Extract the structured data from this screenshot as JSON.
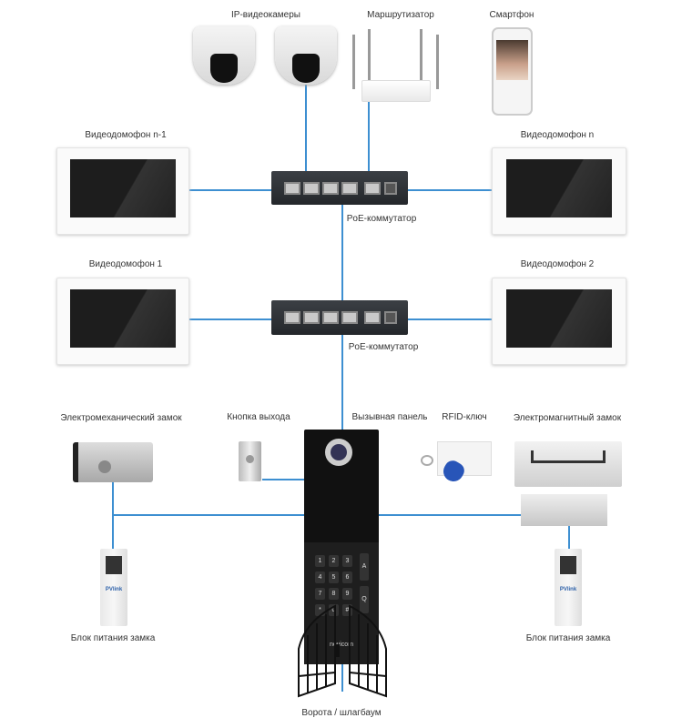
{
  "labels": {
    "ip_cameras": "IP-видеокамеры",
    "router": "Маршрутизатор",
    "smartphone": "Смартфон",
    "monitor_n_minus_1": "Видеодомофон n-1",
    "monitor_n": "Видеодомофон n",
    "switch_top": "PoE-коммутатор",
    "monitor_1": "Видеодомофон 1",
    "monitor_2": "Видеодомофон 2",
    "switch_bottom": "PoE-коммутатор",
    "electromech_lock": "Электромеханический замок",
    "exit_button": "Кнопка выхода",
    "call_panel": "Вызывная панель",
    "rfid_key": "RFID-ключ",
    "electromag_lock": "Электромагнитный замок",
    "psu_left": "Блок питания замка",
    "psu_right": "Блок питания замка",
    "gate": "Ворота / шлагбаум"
  },
  "brands": {
    "panel": "novicom",
    "psu": "PVlink"
  },
  "keypad": [
    "1",
    "2",
    "3",
    "4",
    "5",
    "6",
    "7",
    "8",
    "9",
    "*",
    "0",
    "#"
  ],
  "keypad_side": [
    "A",
    "Q"
  ],
  "colors": {
    "connector": "#3d8fd1"
  }
}
